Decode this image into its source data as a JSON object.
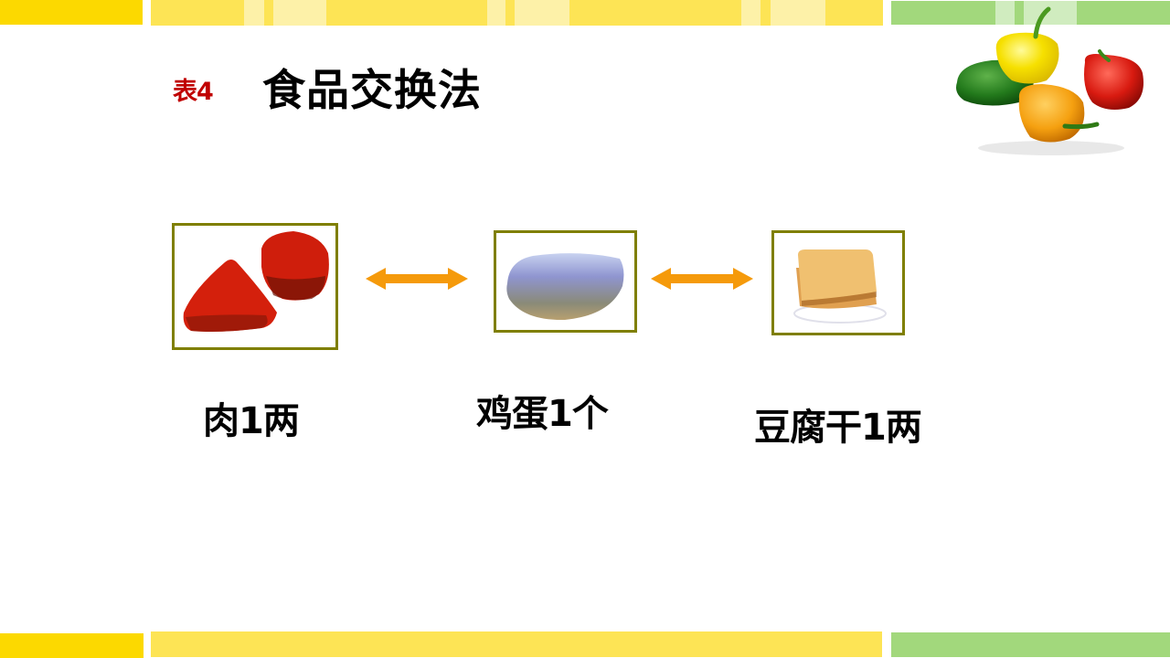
{
  "slide": {
    "table_tag": "表4",
    "title": "食品交换法"
  },
  "items": [
    {
      "label": "肉1两",
      "image": "meat-pieces"
    },
    {
      "label": "鸡蛋1个",
      "image": "egg"
    },
    {
      "label": "豆腐干1两",
      "image": "dried-tofu"
    }
  ],
  "decor": {
    "image": "bell-peppers",
    "colors": {
      "dark_yellow": "#fcd900",
      "yellow": "#fde455",
      "pale_yellow": "#fdf1a8",
      "green": "#a2d87c",
      "pale_green": "#d0ecbf",
      "frame_olive": "#7f7f00",
      "arrow_orange": "#f59a0b",
      "tag_red": "#c00000"
    }
  }
}
